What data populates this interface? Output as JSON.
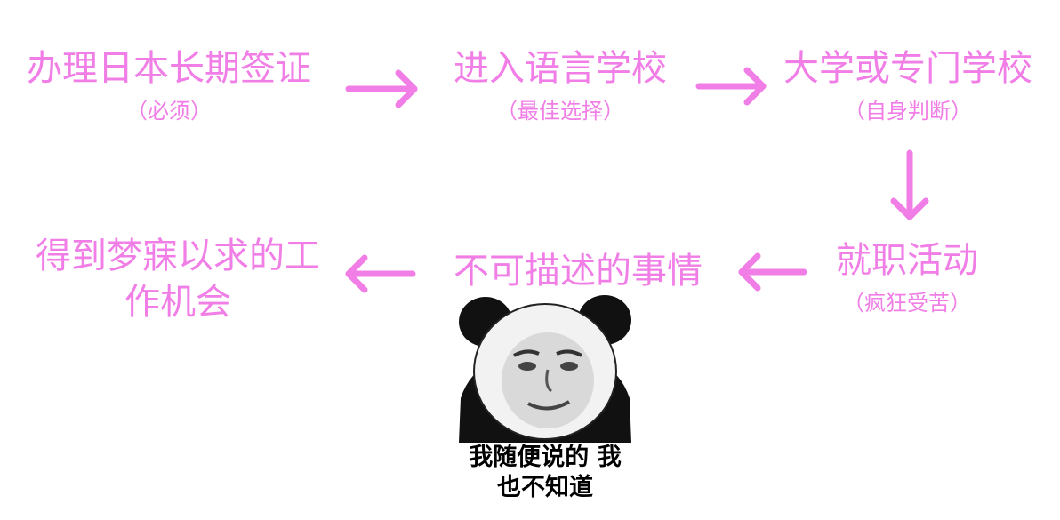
{
  "colors": {
    "accent": "#f07ee6",
    "caption": "#000000"
  },
  "nodes": {
    "visa": {
      "main": "办理日本长期签证",
      "sub": "（必须）"
    },
    "language": {
      "main": "进入语言学校",
      "sub": "（最佳选择）"
    },
    "university": {
      "main": "大学或专门学校",
      "sub": "（自身判断）"
    },
    "job_hunt": {
      "main": "就职活动",
      "sub": "（疯狂受苦）"
    },
    "undescribable": {
      "main": "不可描述的事情"
    },
    "dream_job": {
      "main": "得到梦寐以求的工作机会"
    }
  },
  "meme": {
    "caption_line1": "我随便说的 我",
    "caption_line2": "也不知道"
  }
}
